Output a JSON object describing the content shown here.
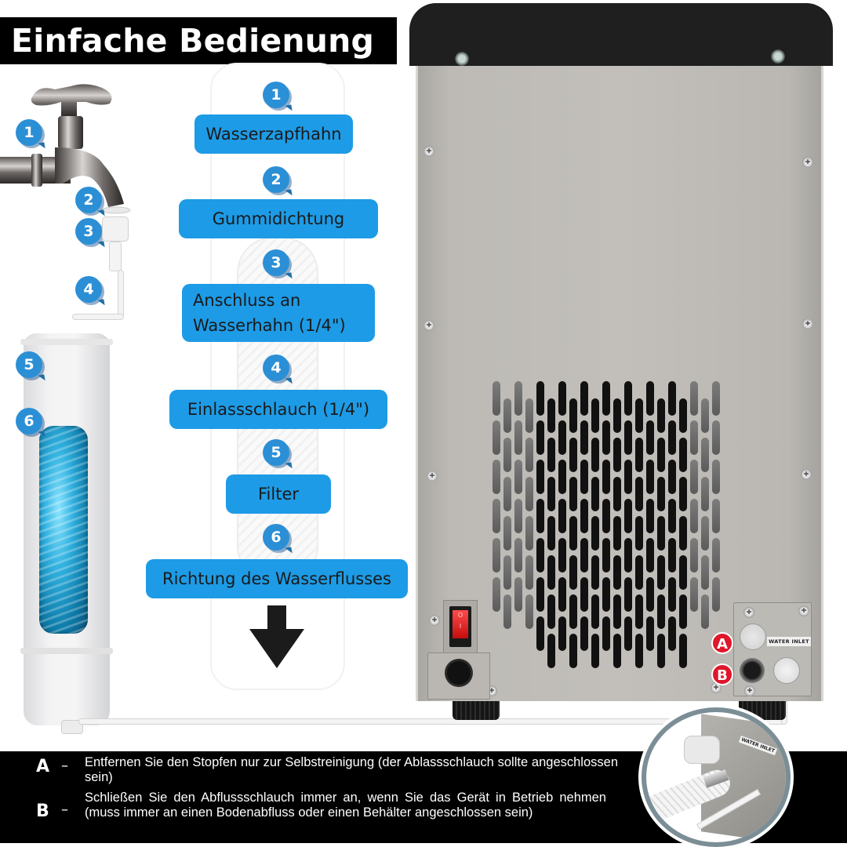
{
  "header": {
    "title": "Einfache Bedienung"
  },
  "steps": [
    {
      "number": "1",
      "label": "Wasserzapfhahn"
    },
    {
      "number": "2",
      "label": "Gummidichtung"
    },
    {
      "number": "3",
      "label": "Anschluss an Wasserhahn (1/4\")"
    },
    {
      "number": "4",
      "label": "Einlassschlauch (1/4\")"
    },
    {
      "number": "5",
      "label": "Filter"
    },
    {
      "number": "6",
      "label": "Richtung des Wasserflusses"
    }
  ],
  "left_badges": [
    "1",
    "2",
    "3",
    "4",
    "5",
    "6"
  ],
  "machine": {
    "power_switch_symbols": {
      "off": "O",
      "on": "I"
    },
    "port_a_badge": "A",
    "port_b_badge": "B",
    "water_inlet_label": "WATER INLET"
  },
  "legend": [
    {
      "letter": "A",
      "dash": "–",
      "text": "Entfernen Sie den Stopfen nur zur Selbstreinigung (der Ablassschlauch sollte angeschlossen sein)"
    },
    {
      "letter": "B",
      "dash": "–",
      "text": "Schließen Sie den Abflussschlauch immer an, wenn Sie das Gerät in Betrieb nehmen (muss immer an einen Bodenabfluss oder einen Behälter angeschlossen sein)"
    }
  ],
  "inset": {
    "water_inlet_label": "WATER INLET"
  },
  "colors": {
    "step_label_bg": "#1d9be6",
    "step_badge_bg": "#2b8fd6",
    "badge_red": "#e0162b",
    "title_bg": "#000000",
    "info_bar_bg": "#000000"
  }
}
